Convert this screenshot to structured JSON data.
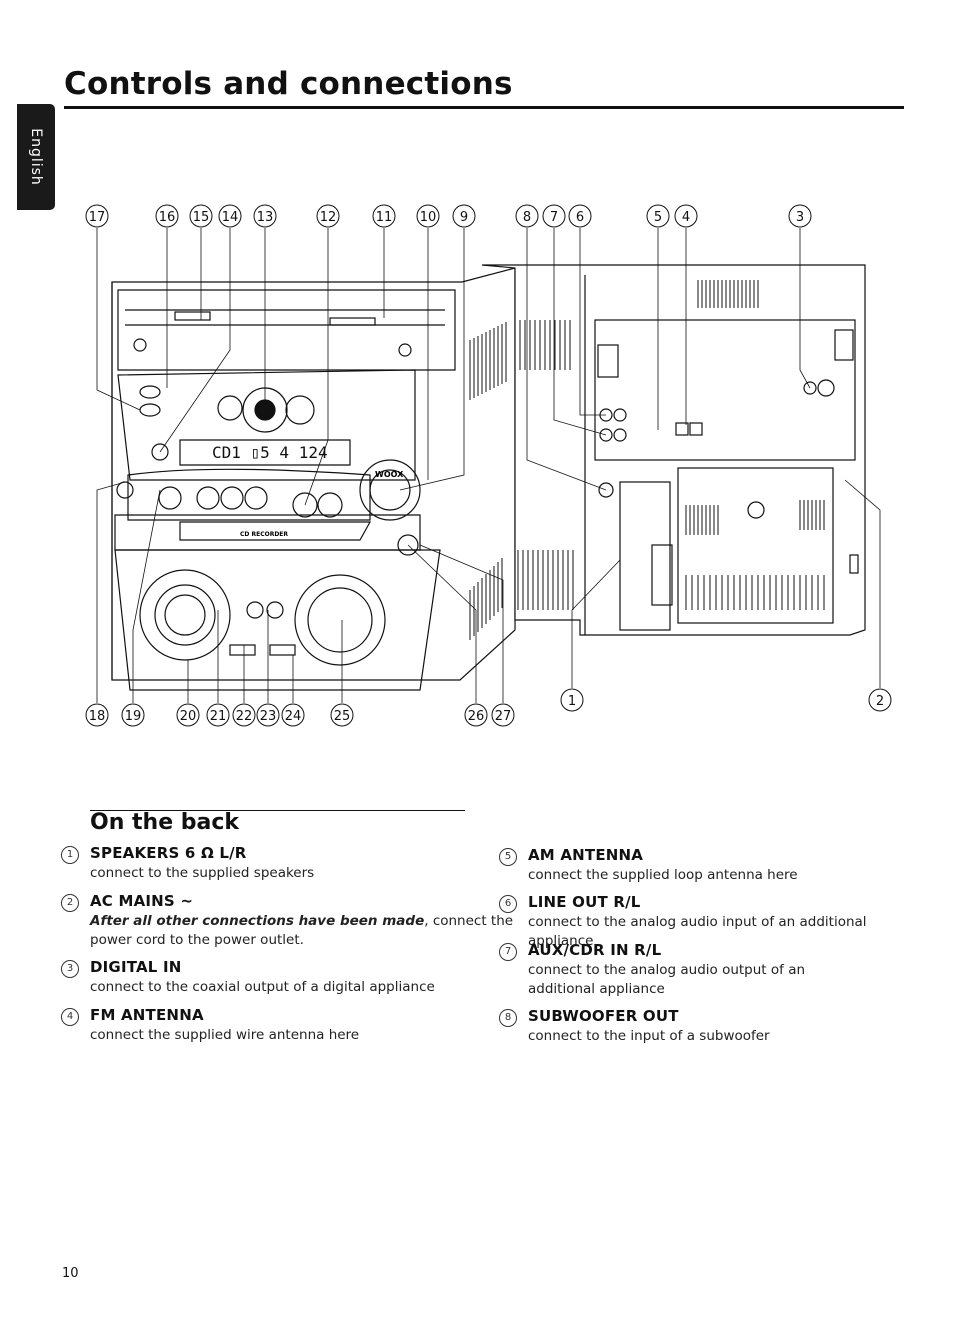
{
  "page": {
    "title": "Controls and connections",
    "language_tab": "English",
    "page_number": "10"
  },
  "figure": {
    "front_panel_labels": {
      "lcd_display": "CD1 ▯5  4 124",
      "cd_recorder": "CD RECORDER",
      "woox": "WOOX"
    },
    "top_callouts": [
      "17",
      "16",
      "15",
      "14",
      "13",
      "12",
      "11",
      "10",
      "9",
      "8",
      "7",
      "6",
      "5",
      "4",
      "3"
    ],
    "bottom_callouts": [
      "18",
      "19",
      "20",
      "21",
      "22",
      "23",
      "24",
      "25",
      "26",
      "27",
      "1",
      "2"
    ]
  },
  "back_section": {
    "title": "On the back",
    "items": [
      {
        "num": "1",
        "head": "SPEAKERS 6 Ω L/R",
        "desc": "connect to the supplied speakers"
      },
      {
        "num": "2",
        "head": "AC MAINS ~",
        "desc_emph": "After all other connections have been made",
        "desc": ", connect the power cord to the power outlet."
      },
      {
        "num": "3",
        "head": "DIGITAL IN",
        "desc": "connect to the coaxial output of a digital appliance"
      },
      {
        "num": "4",
        "head": "FM ANTENNA",
        "desc": "connect the supplied wire antenna here"
      },
      {
        "num": "5",
        "head": "AM ANTENNA",
        "desc": "connect the supplied loop antenna here"
      },
      {
        "num": "6",
        "head": "LINE OUT R/L",
        "desc": "connect to the analog audio input of an additional appliance"
      },
      {
        "num": "7",
        "head": "AUX/CDR IN R/L",
        "desc": "connect to the analog audio output of an additional appliance"
      },
      {
        "num": "8",
        "head": "SUBWOOFER OUT",
        "desc": "connect to the input of a subwoofer"
      }
    ]
  }
}
